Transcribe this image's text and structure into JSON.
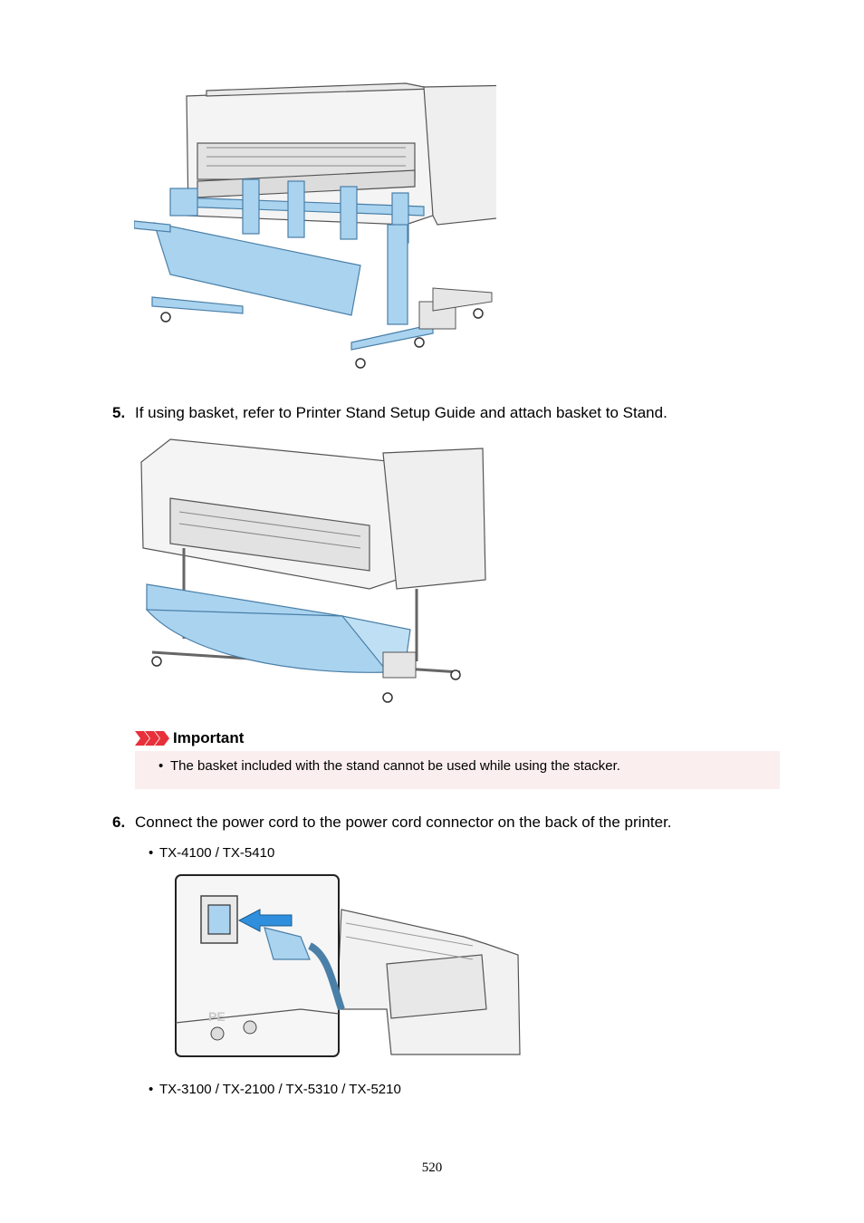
{
  "figures": {
    "stacker_attached": "printer-with-stacker-illustration",
    "basket_attached": "printer-with-basket-illustration",
    "power_connector": "power-cord-connector-illustration",
    "pe_label": "PE"
  },
  "steps": [
    {
      "number": "5.",
      "text": "If using basket, refer to Printer Stand Setup Guide and attach basket to Stand."
    },
    {
      "number": "6.",
      "text": "Connect the power cord to the power cord connector on the back of the printer."
    }
  ],
  "important": {
    "icon": "important-arrows-icon",
    "label": "Important",
    "items": [
      "The basket included with the stand cannot be used while using the stacker."
    ]
  },
  "models": [
    "TX-4100 / TX-5410",
    "TX-3100 / TX-2100 / TX-5310 / TX-5210"
  ],
  "page_number": "520",
  "colors": {
    "accent_blue": "#a9d3ef",
    "important_red": "#e8303a",
    "important_bg": "#fbeeee"
  }
}
